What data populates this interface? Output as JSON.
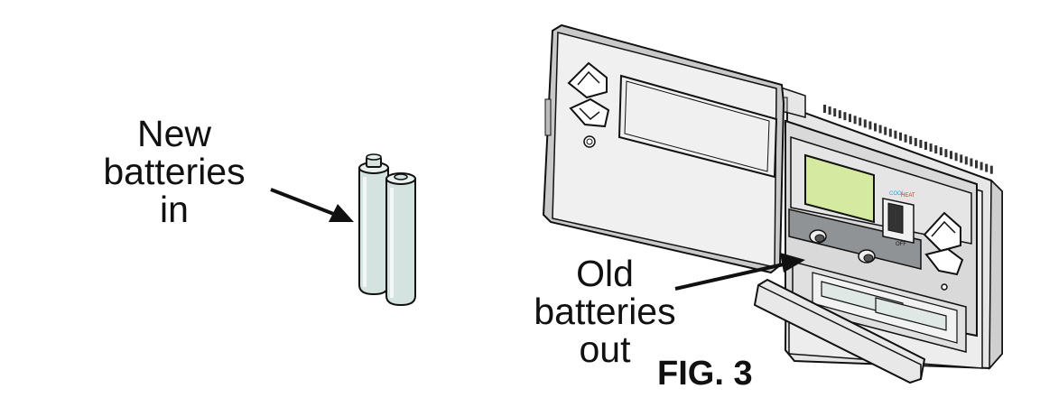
{
  "labels": {
    "new_batteries": [
      "New",
      "batteries",
      "in"
    ],
    "old_batteries": [
      "Old",
      "batteries",
      "out"
    ],
    "figure": "FIG. 3"
  },
  "switch_labels": {
    "cool": "COOL",
    "heat": "HEAT",
    "off": "OFF"
  },
  "colors": {
    "battery_fill": "#d4e3df",
    "display_fill": "#d5eaa0",
    "device_fill": "#e6e6e6",
    "control_panel_fill": "#8f9396",
    "cool_text": "#2aa0e0",
    "heat_text": "#e03030"
  }
}
